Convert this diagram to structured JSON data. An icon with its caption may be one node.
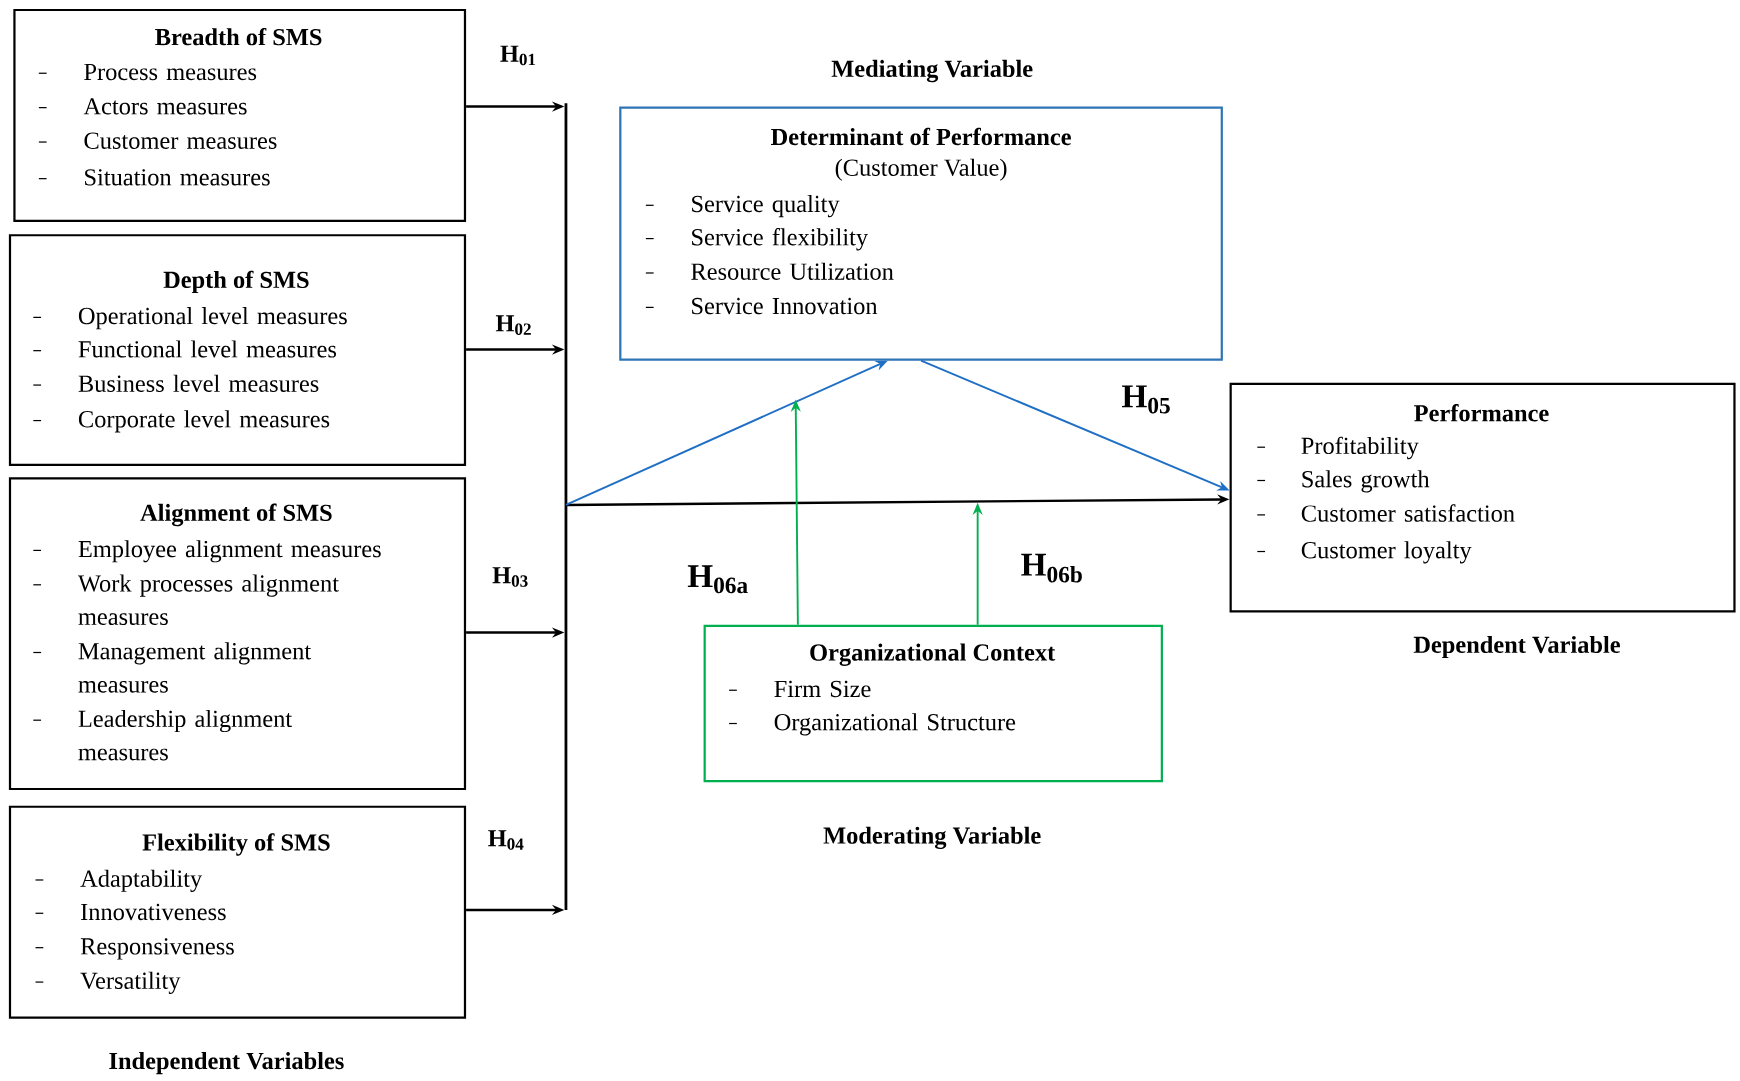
{
  "diagram": {
    "nodes": [
      {
        "text": [
          "Breadth of SMS",
          "Process measures",
          "Actors measures",
          "Customer measures",
          "Situation measures"
        ]
      },
      {
        "text": [
          "Depth of SMS",
          "Operational level measures",
          "Functional level measures",
          "Business level measures",
          "Corporate level measures"
        ]
      },
      {
        "text": [
          "Alignment of SMS",
          "Employee alignment measures",
          "Work processes alignment measures",
          "Management alignment measures",
          "Leadership alignment measures"
        ]
      },
      {
        "text": [
          "Flexibility of SMS",
          "Adaptability",
          "Innovativeness",
          "Responsiveness",
          "Versatility"
        ]
      },
      {
        "text": [
          "Determinant of Performance",
          "(Customer Value)",
          "Service quality",
          "Service flexibility",
          "Resource Utilization",
          "Service Innovation"
        ]
      },
      {
        "text": [
          "Performance",
          "Profitability",
          "Sales growth",
          "Customer satisfaction",
          "Customer loyalty"
        ]
      },
      {
        "text": [
          "Organizational Context",
          "Firm Size",
          "Organizational Structure"
        ]
      },
      {
        "text": [],
        "shape": "bar"
      }
    ],
    "edges": [
      {
        "from": 0,
        "to": 7,
        "arrow": "to",
        "label": "H$_{01}$"
      },
      {
        "from": 1,
        "to": 7,
        "arrow": "to",
        "label": "H$_{02}$"
      },
      {
        "from": 2,
        "to": 7,
        "arrow": "to",
        "label": "H$_{03}$"
      },
      {
        "from": 3,
        "to": 7,
        "arrow": "to",
        "label": "H$_{04}$"
      },
      {
        "from": 7,
        "to": 5,
        "arrow": "to"
      },
      {
        "from": 7,
        "to": 4,
        "arrow": "to",
        "color": "#1f6fc5"
      },
      {
        "from": 4,
        "to": 5,
        "arrow": "to",
        "label": "H$_{05}$",
        "color": "#1f6fc5"
      },
      {
        "from": 6,
        "to": null,
        "arrow": "to",
        "label": "H$_{06a}$",
        "color": "#00b050"
      },
      {
        "from": 6,
        "to": null,
        "arrow": "to",
        "label": "H$_{06b}$",
        "color": "#00b050"
      }
    ],
    "labels": [
      "Mediating Variable",
      "Dependent Variable",
      "Moderating Variable",
      "Independent Variables"
    ]
  }
}
